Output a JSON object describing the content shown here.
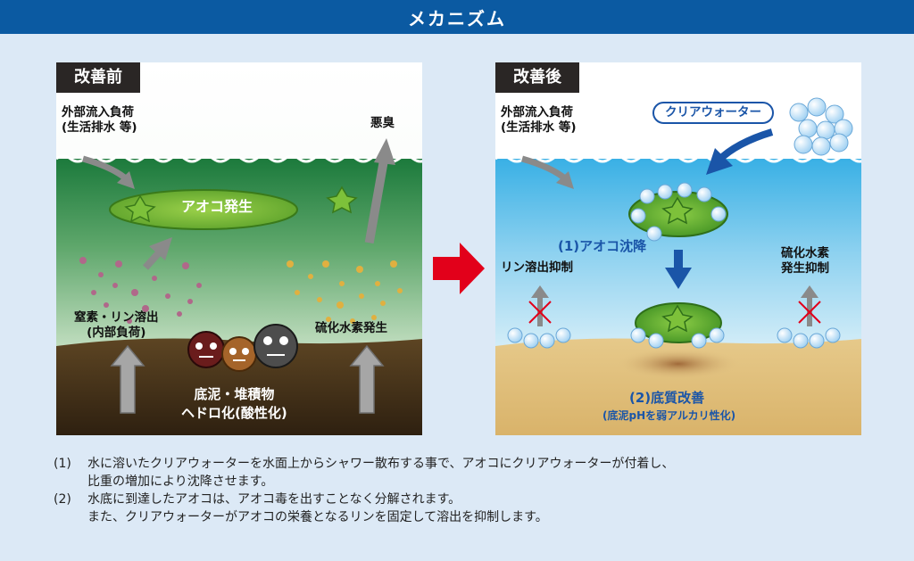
{
  "title": "メカニズム",
  "before": {
    "tag": "改善前",
    "external_load": [
      "外部流入負荷",
      "(生活排水 等)"
    ],
    "odor": "悪臭",
    "bloom": "アオコ発生",
    "nitrogen": [
      "窒素・リン溶出",
      "(内部負荷)"
    ],
    "h2s": "硫化水素発生",
    "sediment": [
      "底泥・堆積物",
      "ヘドロ化(酸性化)"
    ]
  },
  "after": {
    "tag": "改善後",
    "external_load": [
      "外部流入負荷",
      "(生活排水 等)"
    ],
    "clear_water": "クリアウォーター",
    "sink": "(1)アオコ沈降",
    "p_suppress": "リン溶出抑制",
    "h2s_suppress": [
      "硫化水素",
      "発生抑制"
    ],
    "improve": "(2)底質改善",
    "improve_sub": "(底泥pHを弱アルカリ性化)"
  },
  "notes": [
    {
      "num": "(1)",
      "lines": [
        "水に溶いたクリアウォーターを水面上からシャワー散布する事で、アオコにクリアウォーターが付着し、",
        "比重の増加により沈降させます。"
      ]
    },
    {
      "num": "(2)",
      "lines": [
        "水底に到達したアオコは、アオコ毒を出すことなく分解されます。",
        "また、クリアウォーターがアオコの栄養となるリンを固定して溶出を抑制します。"
      ]
    }
  ],
  "colors": {
    "title_bar": "#0b5aa2",
    "arrow_red": "#e2001a",
    "arrow_blue": "#1a55a8"
  }
}
